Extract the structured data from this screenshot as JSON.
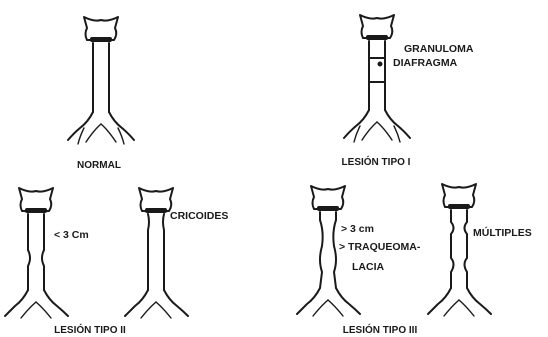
{
  "panels": {
    "normal": {
      "caption": "NORMAL"
    },
    "tipo1": {
      "caption": "LESIÓN TIPO I",
      "label_granuloma": "GRANULOMA",
      "label_diafragma": "DIAFRAGMA"
    },
    "tipo2": {
      "caption": "LESIÓN TIPO II",
      "label_length": "< 3 Cm",
      "label_cricoides": "CRICOIDES"
    },
    "tipo3": {
      "caption": "LESIÓN TIPO III",
      "label_length": "> 3 cm",
      "label_traqueo_1": "> TRAQUEOMA-",
      "label_traqueo_2": "LACIA",
      "label_multiples": "MÚLTIPLES"
    }
  }
}
